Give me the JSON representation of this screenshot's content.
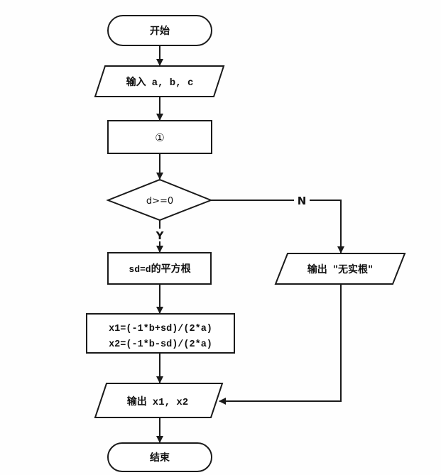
{
  "flowchart": {
    "nodes": {
      "start": {
        "type": "terminal",
        "label": "开始"
      },
      "input": {
        "type": "io",
        "label_cn": "输入",
        "label_code": "a, b, c"
      },
      "step1": {
        "type": "process",
        "label": "①"
      },
      "decision": {
        "type": "decision",
        "label": "d>=0"
      },
      "sqrt": {
        "type": "process",
        "label_code": "sd=d",
        "label_cn": "的平方根"
      },
      "roots": {
        "type": "process",
        "line1": "x1=(-1*b+sd)/(2*a)",
        "line2": "x2=(-1*b-sd)/(2*a)"
      },
      "no_roots": {
        "type": "io",
        "label_cn": "输出",
        "label_quote": "\"无实根\""
      },
      "output": {
        "type": "io",
        "label_cn": "输出",
        "label_code": "x1, x2"
      },
      "end": {
        "type": "terminal",
        "label": "结束"
      }
    },
    "edges": {
      "yes_label": "Y",
      "no_label": "N"
    }
  }
}
